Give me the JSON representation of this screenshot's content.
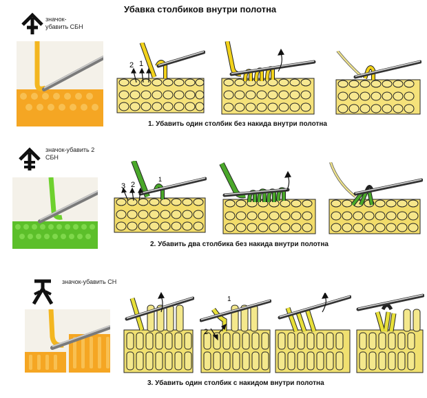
{
  "title": "Убавка столбиков внутри полотна",
  "sections": [
    {
      "symbol_label": "значок-\nубавить СБН",
      "symbol_icon": "single-crochet-decrease-symbol",
      "photo_color": "#f5a623",
      "yarn_color": "#f2d21b",
      "fabric_color": "#f5e27a",
      "number_labels": [
        "2",
        "1"
      ],
      "caption": "1.  Убавить один столбик без накида внутри полотна"
    },
    {
      "symbol_label": "значок-убавить 2\nСБН",
      "symbol_icon": "double-single-crochet-decrease-symbol",
      "photo_color": "#5cbf2a",
      "yarn_color": "#4aa82a",
      "fabric_color": "#f2dc6a",
      "number_labels": [
        "3",
        "2",
        "1"
      ],
      "caption": "2. Убавить два столбика без накида внутри полотна"
    },
    {
      "symbol_label": "значок-убавить СН",
      "symbol_icon": "double-crochet-decrease-symbol",
      "photo_color": "#f5a623",
      "yarn_color": "#e8e03a",
      "fabric_color": "#f0e070",
      "number_labels": [
        "1",
        "2"
      ],
      "caption": "3.  Убавить один столбик с накидом внутри полотна"
    }
  ]
}
